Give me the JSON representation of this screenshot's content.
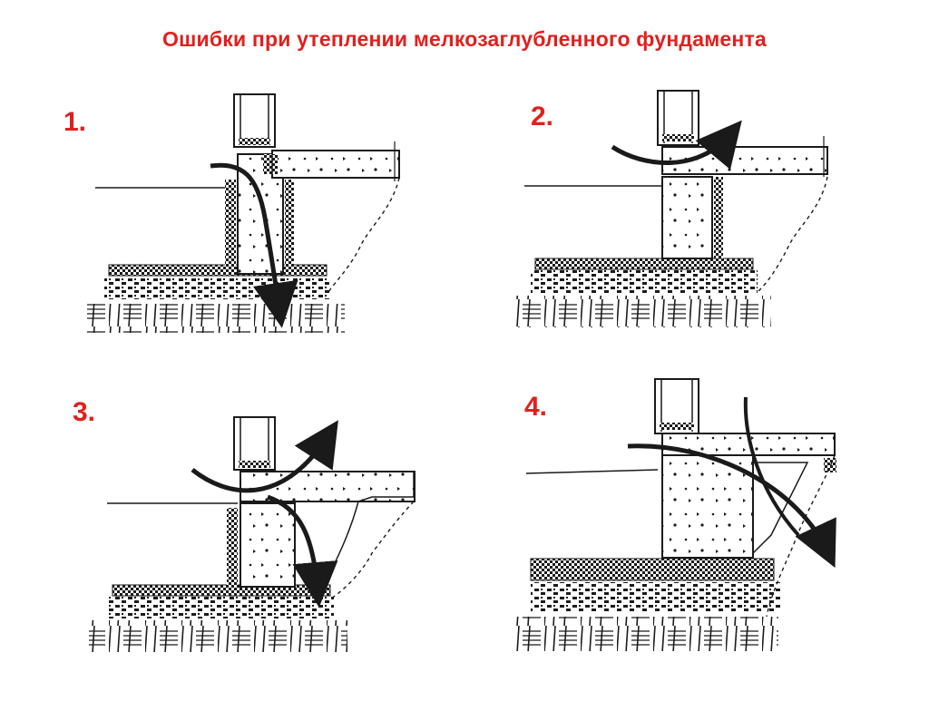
{
  "title": "Ошибки при утеплении мелкозаглубленного фундамента",
  "colors": {
    "title": "#e0201d",
    "label": "#e0201d",
    "ink": "#1a1a1a",
    "paper": "#ffffff"
  },
  "panels": [
    {
      "label": "1.",
      "arrows": [
        "down-through-wall-to-ground"
      ]
    },
    {
      "label": "2.",
      "arrows": [
        "across-slab-joint-upward"
      ]
    },
    {
      "label": "3.",
      "arrows": [
        "across-slab-joint-upward",
        "down-through-foundation"
      ]
    },
    {
      "label": "4.",
      "arrows": [
        "diagonal-through-foundation-to-ground"
      ]
    }
  ]
}
